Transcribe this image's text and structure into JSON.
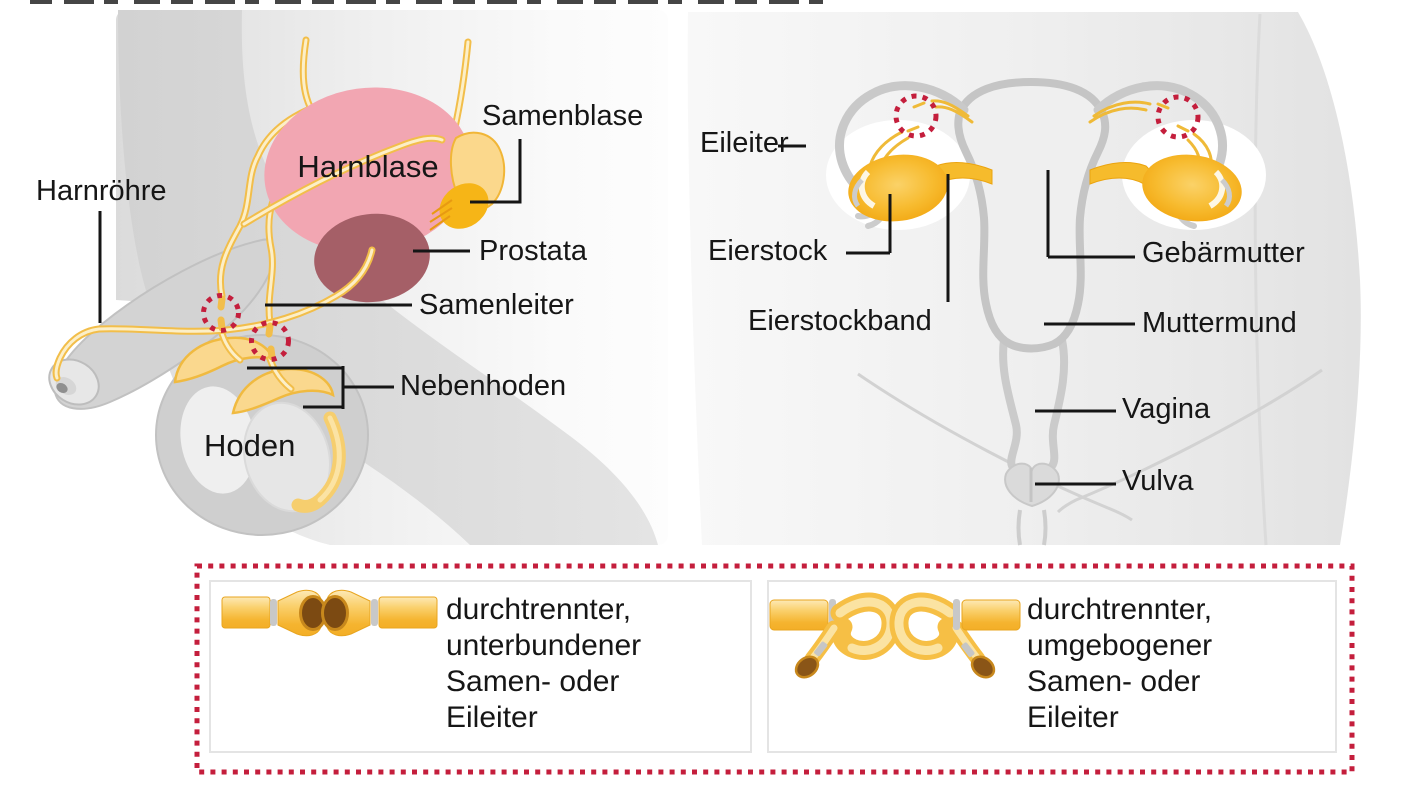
{
  "male_diagram": {
    "labels": {
      "harnroehre": "Harnröhre",
      "harnblase": "Harnblase",
      "samenblase": "Samenblase",
      "prostata": "Prostata",
      "samenleiter": "Samenleiter",
      "nebenhoden": "Nebenhoden",
      "hoden": "Hoden"
    }
  },
  "female_diagram": {
    "labels": {
      "eileiter": "Eileiter",
      "eierstock": "Eierstock",
      "eierstockband": "Eierstockband",
      "gebaermutter": "Gebärmutter",
      "muttermund": "Muttermund",
      "vagina": "Vagina",
      "vulva": "Vulva"
    }
  },
  "legend": {
    "items": [
      {
        "lines": [
          "durchtrennter,",
          "unterbundener",
          "Samen- oder",
          "Eileiter"
        ]
      },
      {
        "lines": [
          "durchtrennter,",
          "umgebogener",
          "Samen- oder",
          "Eileiter"
        ]
      }
    ]
  },
  "colors": {
    "marker_red": "#c41e3c",
    "tube_yellow": "#f2be4a",
    "tube_light": "#fcefc8",
    "bladder_pink": "#f2a6b2",
    "prostate_red": "#a55f67",
    "gland_orange": "#f6b517",
    "ovary_orange": "#f3a912",
    "silhouette_gray": "#d8d8d8",
    "text_black": "#161616"
  }
}
